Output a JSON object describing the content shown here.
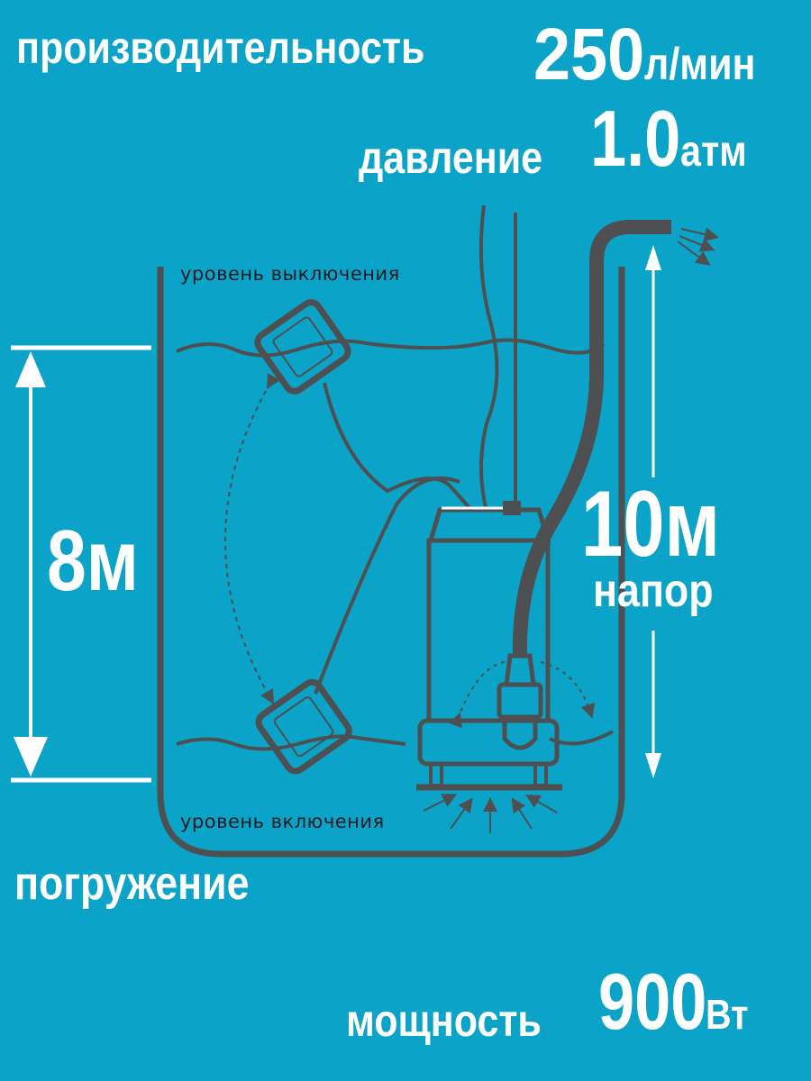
{
  "specs": {
    "flow": {
      "label": "производительность",
      "value": "250",
      "unit": "л/мин"
    },
    "pressure": {
      "label": "давление",
      "value": "1.0",
      "unit": "атм"
    },
    "head": {
      "value": "10м",
      "label": "напор"
    },
    "immersion": {
      "value": "8м",
      "label": "погружение"
    },
    "power": {
      "label": "мощность",
      "value": "900",
      "unit": "Вт"
    }
  },
  "diagram": {
    "level_off_label": "уровень выключения",
    "level_on_label": "уровень включения"
  },
  "colors": {
    "background": "#0ba3c8",
    "line": "#4d4f50",
    "text": "#ffffff",
    "label_text": "#111a22"
  }
}
